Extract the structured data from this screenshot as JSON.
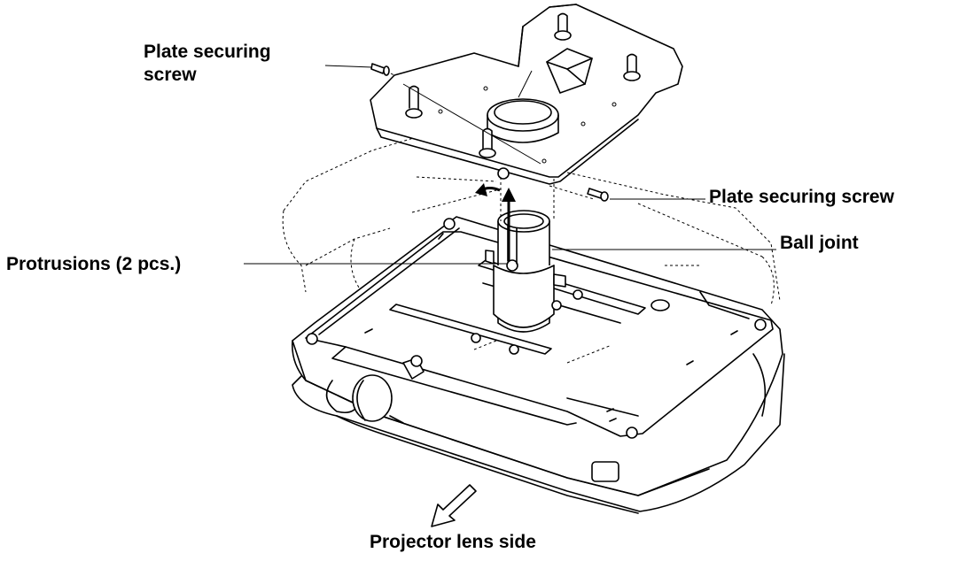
{
  "labels": {
    "plate_screw_top": "Plate securing\nscrew",
    "plate_screw_right": "Plate securing screw",
    "ball_joint": "Ball joint",
    "protrusions": "Protrusions (2 pcs.)",
    "lens_side": "Projector lens side"
  },
  "colors": {
    "line": "#000000",
    "background": "#ffffff"
  }
}
